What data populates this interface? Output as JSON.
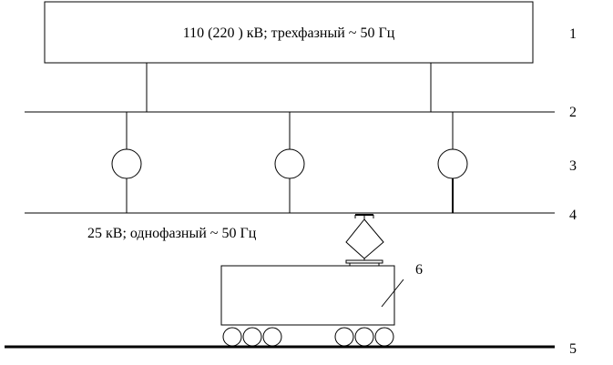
{
  "grid_label": "110  (220 ) кВ; трехфазный  ~ 50 Гц",
  "traction_label": "25 кВ; однофазный ~ 50 Гц",
  "callouts": {
    "c1": "1",
    "c2": "2",
    "c3": "3",
    "c4": "4",
    "c5": "5",
    "c6": "6"
  }
}
